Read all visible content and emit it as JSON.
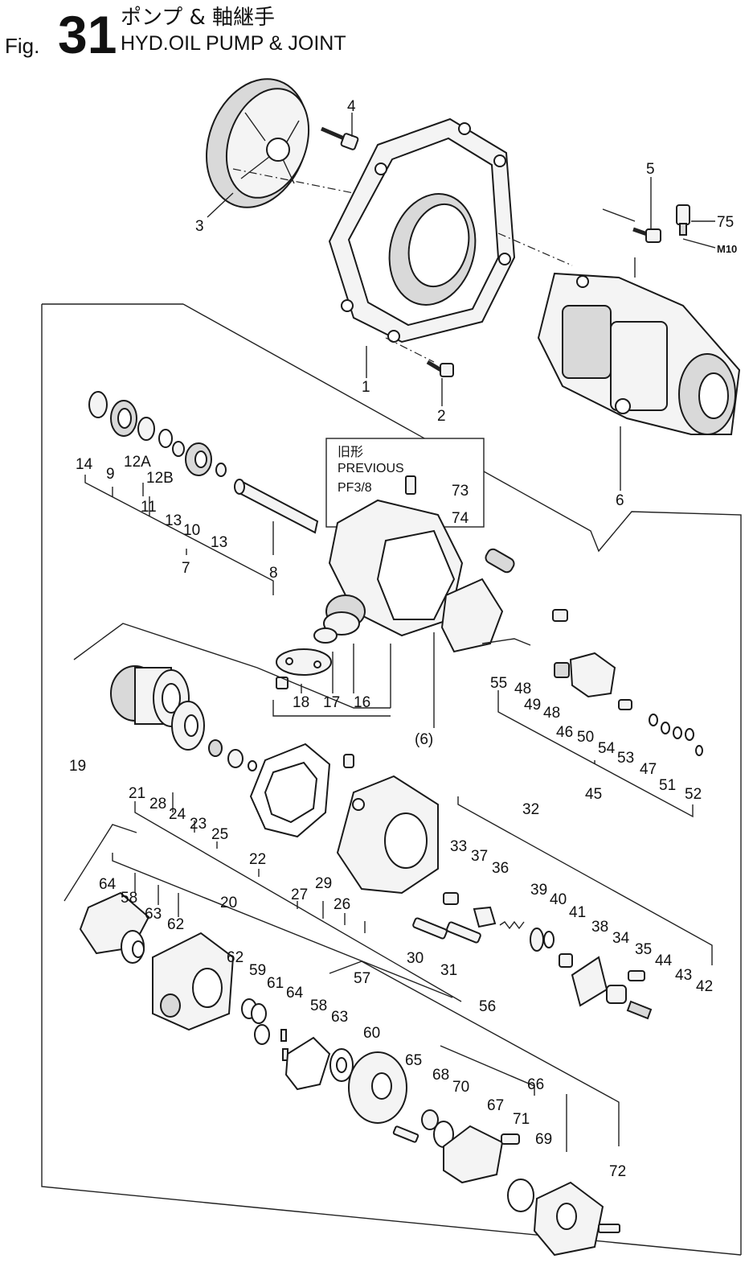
{
  "title": {
    "fig_prefix": "Fig.",
    "fig_number": "31",
    "japanese": "ポンプ & 軸継手",
    "english": "HYD.OIL PUMP & JOINT"
  },
  "note_previous": {
    "line1": "旧形",
    "line2": "PREVIOUS",
    "line3": "PF3/8"
  },
  "thread_note": "M10",
  "callouts": {
    "c1": "1",
    "c2": "2",
    "c3": "3",
    "c4": "4",
    "c5": "5",
    "c6": "6",
    "c6b": "(6)",
    "c7": "7",
    "c8": "8",
    "c9": "9",
    "c10": "10",
    "c11": "11",
    "c12a": "12A",
    "c12b": "12B",
    "c13a": "13",
    "c13b": "13",
    "c14": "14",
    "c16": "16",
    "c17": "17",
    "c18": "18",
    "c19": "19",
    "c20": "20",
    "c21": "21",
    "c22": "22",
    "c23": "23",
    "c24": "24",
    "c25": "25",
    "c26": "26",
    "c27": "27",
    "c28": "28",
    "c29": "29",
    "c30": "30",
    "c31": "31",
    "c32": "32",
    "c33": "33",
    "c34": "34",
    "c35": "35",
    "c36": "36",
    "c37": "37",
    "c38": "38",
    "c39": "39",
    "c40": "40",
    "c41": "41",
    "c42": "42",
    "c43": "43",
    "c44": "44",
    "c45": "45",
    "c46": "46",
    "c47": "47",
    "c48a": "48",
    "c48b": "48",
    "c49": "49",
    "c50": "50",
    "c51": "51",
    "c52": "52",
    "c53": "53",
    "c54": "54",
    "c55": "55",
    "c56": "56",
    "c57": "57",
    "c58a": "58",
    "c58b": "58",
    "c59": "59",
    "c60": "60",
    "c61": "61",
    "c62a": "62",
    "c62b": "62",
    "c63a": "63",
    "c63b": "63",
    "c64a": "64",
    "c64b": "64",
    "c65": "65",
    "c66": "66",
    "c67": "67",
    "c68": "68",
    "c69": "69",
    "c70": "70",
    "c71": "71",
    "c72": "72",
    "c73": "73",
    "c74": "74",
    "c75": "75"
  }
}
